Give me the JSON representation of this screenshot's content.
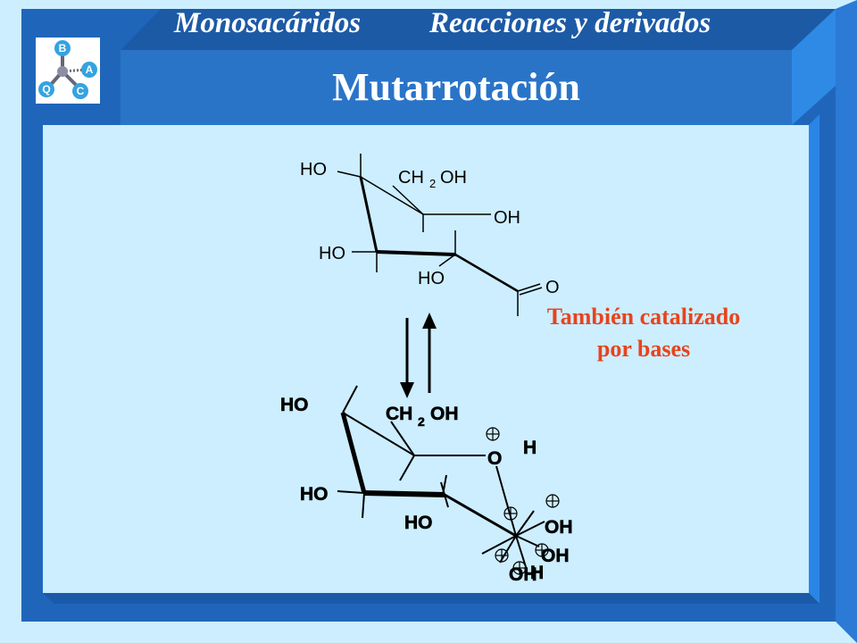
{
  "header": {
    "topics": [
      "Monosacáridos",
      "Reacciones y derivados"
    ],
    "title": "Mutarrotación"
  },
  "logo": {
    "letters": [
      "B",
      "A",
      "C",
      "Q"
    ]
  },
  "note": {
    "line1": "También catalizado",
    "line2": "por bases"
  },
  "open_chain": {
    "labels": {
      "ho1": "HO",
      "ch2oh": "CH",
      "ch2oh_sub": "2",
      "ch2oh_end": "OH",
      "oh": "OH",
      "ho2": "HO",
      "ho3": "HO",
      "o": "O"
    }
  },
  "ring": {
    "labels": {
      "ho1": "HO",
      "ch2oh": "CH",
      "ch2oh_sub": "2",
      "ch2oh_end": "OH",
      "ho2": "HO",
      "ho3": "HO",
      "o_plus": "O",
      "h": "H",
      "oh1": "OH",
      "oh2": "OH",
      "oh3": "OH",
      "h2": "H"
    }
  },
  "colors": {
    "frame_dark": "#1e5fae",
    "frame_light": "#2f86e0",
    "background": "#cceeff",
    "note": "#e8431d"
  }
}
